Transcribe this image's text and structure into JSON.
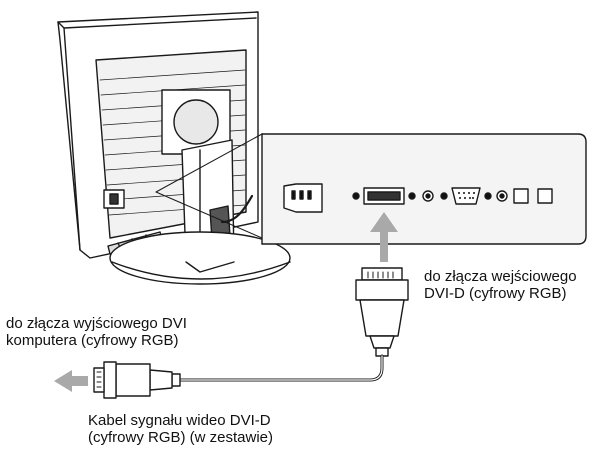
{
  "labels": {
    "input_connector": [
      "do złącza wejściowego",
      "DVI-D (cyfrowy RGB)"
    ],
    "output_connector": [
      "do złącza wyjściowego DVI",
      "komputera (cyfrowy RGB)"
    ],
    "cable": [
      "Kabel sygnału wideo DVI-D",
      "(cyfrowy RGB) (w zestawie)"
    ]
  },
  "colors": {
    "line": "#1a1a1a",
    "arrow": "#a9a9a9",
    "panel": "#f4f4f4"
  }
}
